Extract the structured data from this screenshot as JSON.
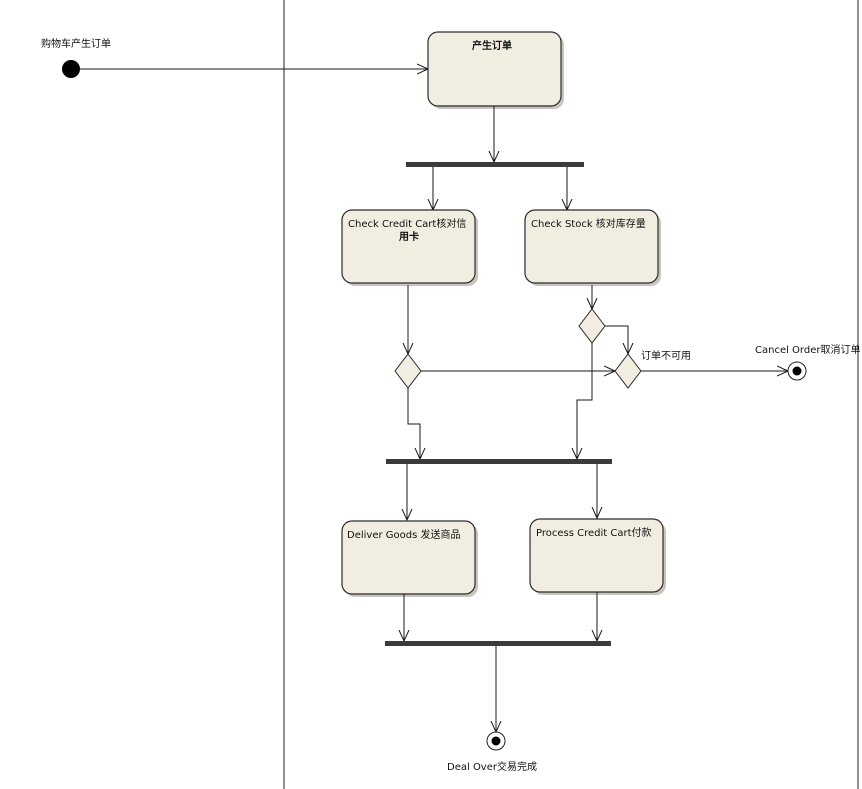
{
  "start": {
    "label": "购物车产生订单"
  },
  "activities": {
    "create_order": "产生订单",
    "check_credit_line1": "Check Credit Cart核对信",
    "check_credit_line2": "用卡",
    "check_stock": "Check Stock 核对库存量",
    "deliver_goods": "Deliver Goods 发送商品",
    "process_credit": "Process Credit Cart付款"
  },
  "guards": {
    "order_unavailable": "订单不可用"
  },
  "finals": {
    "cancel_order": "Cancel Order取消订单",
    "deal_over": "Deal Over交易完成"
  }
}
